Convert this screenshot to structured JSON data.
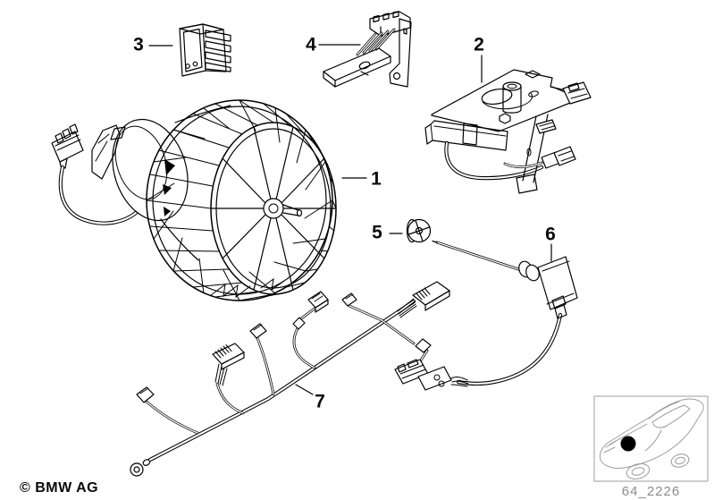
{
  "diagram": {
    "callouts": [
      {
        "number": "1"
      },
      {
        "number": "2"
      },
      {
        "number": "3"
      },
      {
        "number": "4"
      },
      {
        "number": "5"
      },
      {
        "number": "6"
      },
      {
        "number": "7"
      }
    ],
    "copyright": "© BMW AG",
    "inset": {
      "code": "64_2226",
      "icon": "car-location-icon",
      "marker_color": "#000000"
    }
  },
  "colors": {
    "line": "#000000",
    "inset_line": "#9c9c9c",
    "code_text": "#8c8c8c",
    "background": "#ffffff"
  }
}
